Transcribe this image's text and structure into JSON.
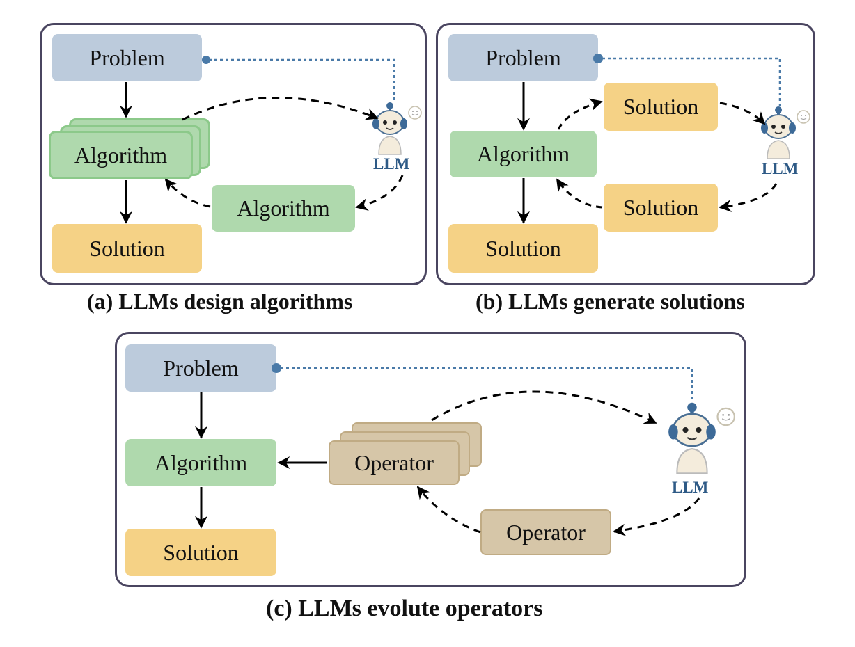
{
  "panels": {
    "a": {
      "caption": "(a) LLMs design algorithms",
      "problem": "Problem",
      "algorithm_stack": "Algorithm",
      "solution": "Solution",
      "algorithm_feedback": "Algorithm",
      "llm": "LLM"
    },
    "b": {
      "caption": "(b) LLMs generate solutions",
      "problem": "Problem",
      "algorithm": "Algorithm",
      "solution": "Solution",
      "solution_out": "Solution",
      "solution_in": "Solution",
      "llm": "LLM"
    },
    "c": {
      "caption": "(c) LLMs evolute operators",
      "problem": "Problem",
      "algorithm": "Algorithm",
      "solution": "Solution",
      "operator_stack": "Operator",
      "operator_feedback": "Operator",
      "llm": "LLM"
    }
  },
  "colors": {
    "problem": "#bccbdc",
    "algorithm": "#afd9ad",
    "solution": "#f5d286",
    "operator": "#d6c6a8",
    "llm_text": "#2e5a86",
    "dotted_link": "#4a7aa8",
    "panel_border": "#4a4560"
  }
}
